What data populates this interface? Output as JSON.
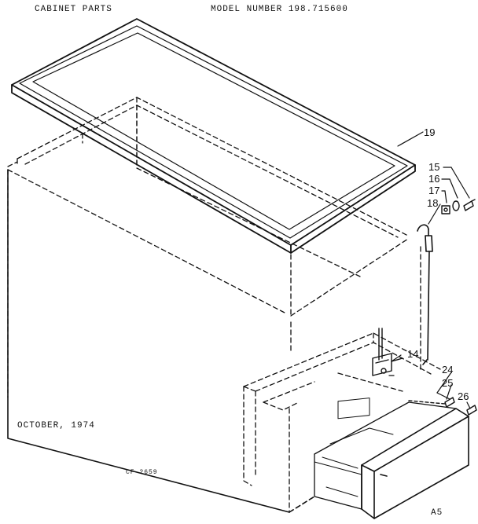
{
  "header": {
    "title": "CABINET PARTS",
    "model": "MODEL NUMBER 198.715600"
  },
  "date": "OCTOBER, 1974",
  "drawing_code": "CF 2659",
  "page_mark": "A5",
  "part_callouts": [
    "19",
    "15",
    "16",
    "17",
    "18",
    "14",
    "24",
    "25",
    "26"
  ]
}
